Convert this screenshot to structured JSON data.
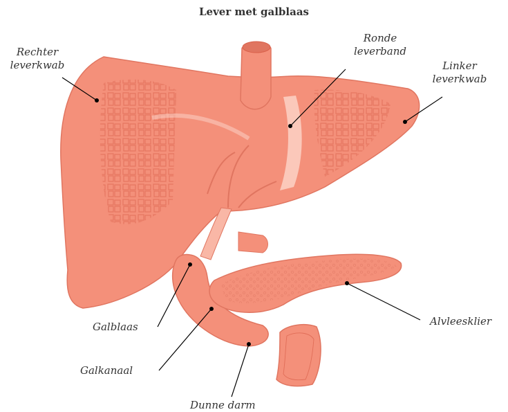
{
  "title": "Lever met galblaas",
  "labels": {
    "right_lobe": "Rechter\nleverkwab",
    "round_ligament": "Ronde\nleverband",
    "left_lobe": "Linker\nleverkwab",
    "gallbladder": "Galblaas",
    "bile_duct": "Galkanaal",
    "pancreas": "Alvleesklier",
    "small_intestine": "Dunne darm"
  },
  "colors": {
    "organ": "#f4907a",
    "organ_dark": "#e07560",
    "organ_light": "#f9b7a6",
    "highlight": "#fcd6cb",
    "text": "#333333",
    "line": "#000000"
  }
}
